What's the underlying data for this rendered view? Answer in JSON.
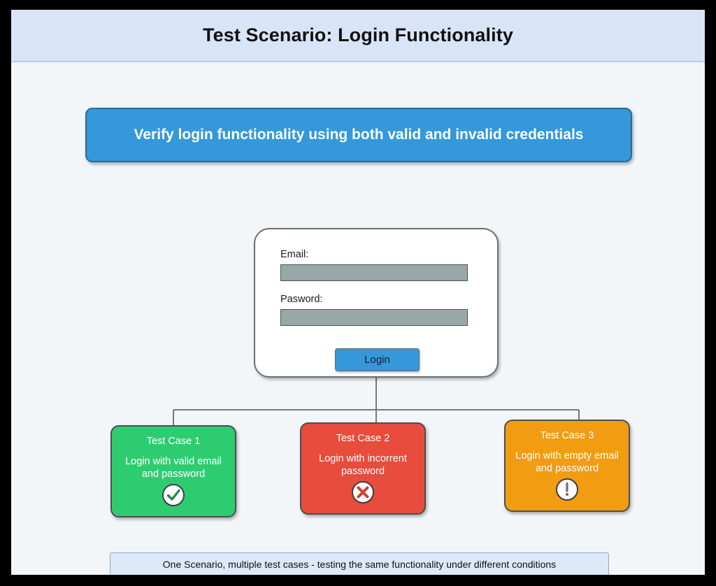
{
  "header": {
    "title": "Test Scenario: Login Functionality"
  },
  "scenario": {
    "text": "Verify login functionality using both valid and invalid credentials"
  },
  "login_form": {
    "email_label": "Email:",
    "email_value": "",
    "password_label": "Pasword:",
    "password_value": "",
    "login_button_label": "Login"
  },
  "test_cases": [
    {
      "title": "Test Case 1",
      "description": "Login with valid email and password",
      "icon": "check-circle-icon",
      "color": "#2ecc71",
      "status": "pass"
    },
    {
      "title": "Test Case 2",
      "description": "Login with incorrent password",
      "icon": "x-circle-icon",
      "color": "#e74c3c",
      "status": "fail"
    },
    {
      "title": "Test Case 3",
      "description": "Login with empty email and password",
      "icon": "exclamation-circle-icon",
      "color": "#f29c11",
      "status": "warning"
    }
  ],
  "footer": {
    "note": "One Scenario, multiple test cases - testing the same functionality under different conditions"
  },
  "colors": {
    "frame": "#000000",
    "canvas": "#f2f6f9",
    "header_strip": "#d9e5f7",
    "accent_blue": "#3498db",
    "pass_green": "#2ecc71",
    "fail_red": "#e74c3c",
    "warn_orange": "#f29c11",
    "input_grey": "#9aa7a7",
    "footer_blue": "#dde8f8"
  }
}
